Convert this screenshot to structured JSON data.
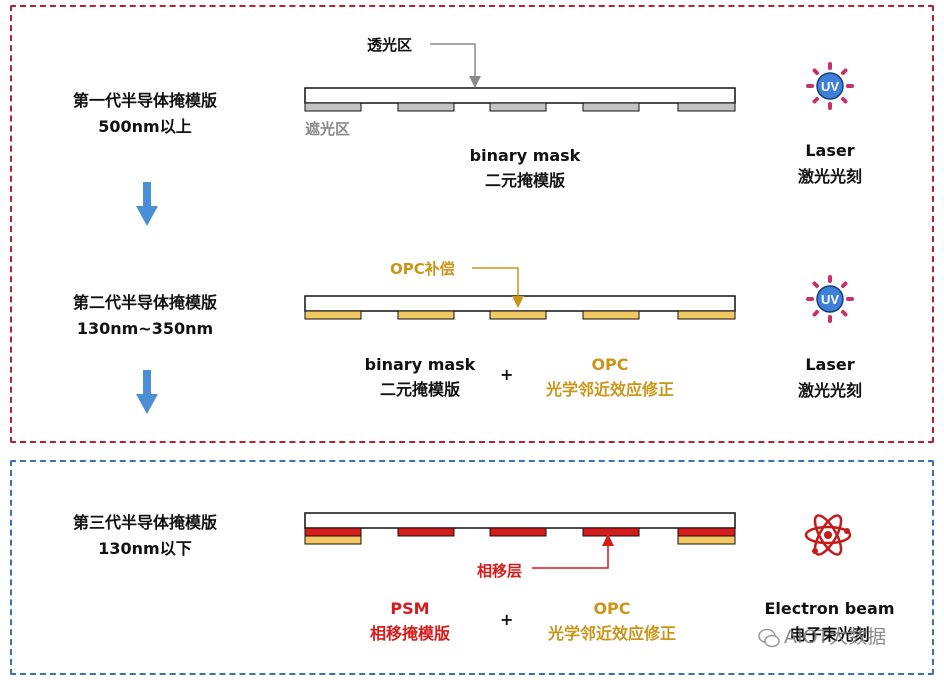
{
  "section1": {
    "gen1": {
      "line1": "第一代半导体掩模版",
      "line2": "500nm以上"
    },
    "gen2": {
      "line1": "第二代半导体掩模版",
      "line2": "130nm~350nm"
    },
    "transparent_area": "透光区",
    "opaque_area": "遮光区",
    "mask1": {
      "en": "binary mask",
      "cn": "二元掩模版"
    },
    "opc_comp": "OPC补偿",
    "mask2": {
      "en": "binary mask",
      "cn": "二元掩模版"
    },
    "plus": "+",
    "opc2": {
      "en": "OPC",
      "cn": "光学邻近效应修正"
    },
    "laser1": {
      "en": "Laser",
      "cn": "激光光刻",
      "icon_text": "UV"
    },
    "laser2": {
      "en": "Laser",
      "cn": "激光光刻",
      "icon_text": "UV"
    }
  },
  "section2": {
    "gen3": {
      "line1": "第三代半导体掩模版",
      "line2": "130nm以下"
    },
    "phase_layer": "相移层",
    "psm": {
      "en": "PSM",
      "cn": "相移掩模版"
    },
    "plus": "+",
    "opc3": {
      "en": "OPC",
      "cn": "光学邻近效应修正"
    },
    "ebeam": {
      "en": "Electron beam",
      "cn": "电子束光刻"
    }
  },
  "watermark": "AIOT大数据",
  "colors": {
    "red_border": "#b3232f",
    "blue_border": "#3a72b8",
    "arrow_blue": "#4a8fd6",
    "gold": "#c8961a",
    "psm_red": "#d61b1b",
    "chrome_gray": "#c4c4c4",
    "opc_yellow": "#f2c862",
    "uv_blue": "#3d7fd9",
    "uv_pink": "#c7306b"
  },
  "icons": [
    "uv-icon",
    "atom-icon",
    "down-arrow-icon",
    "wechat-icon"
  ]
}
